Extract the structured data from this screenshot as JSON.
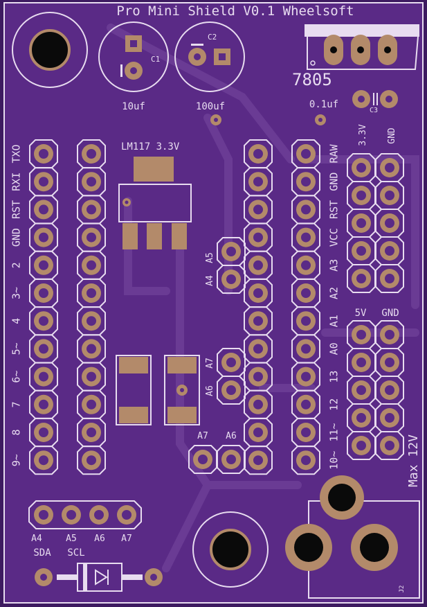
{
  "title": "Pro Mini Shield V0.1 Wheelsoft",
  "colors": {
    "board": "#5a2a86",
    "board_edge": "#3d1a60",
    "trace": "#6a3b94",
    "silk": "#e8dcf0",
    "copper": "#b38a6a",
    "hole": "#0a0a0a"
  },
  "caps": {
    "c1": {
      "ref": "C1",
      "value": "10uf"
    },
    "c2": {
      "ref": "C2",
      "value": "100uf"
    },
    "c3": {
      "ref": "C3",
      "value": "0.1uf"
    }
  },
  "regulators": {
    "r7805": "7805",
    "lm117": "LM117 3.3V"
  },
  "left_pins": [
    "TXO",
    "RXI",
    "RST",
    "GND",
    "2",
    "3~",
    "4",
    "5~",
    "6~",
    "7",
    "8",
    "9~"
  ],
  "right_pins": [
    "RAW",
    "GND",
    "RST",
    "VCC",
    "A3",
    "A2",
    "A1",
    "A0",
    "13",
    "12",
    "11~",
    "10~"
  ],
  "small_labels": {
    "a5": "A5",
    "a4": "A4",
    "a7": "A7",
    "a6": "A6",
    "bottom_a7": "A7",
    "bottom_a6": "A6"
  },
  "header_33": {
    "left": "3.3V",
    "right": "GND"
  },
  "header_5v": {
    "left": "5V",
    "right": "GND"
  },
  "max_label": "Max 12V",
  "bottom_header": {
    "pins": [
      "A4",
      "A5",
      "A6",
      "A7"
    ],
    "sub": [
      "SDA",
      "SCL"
    ]
  },
  "jack_ref": "J2"
}
